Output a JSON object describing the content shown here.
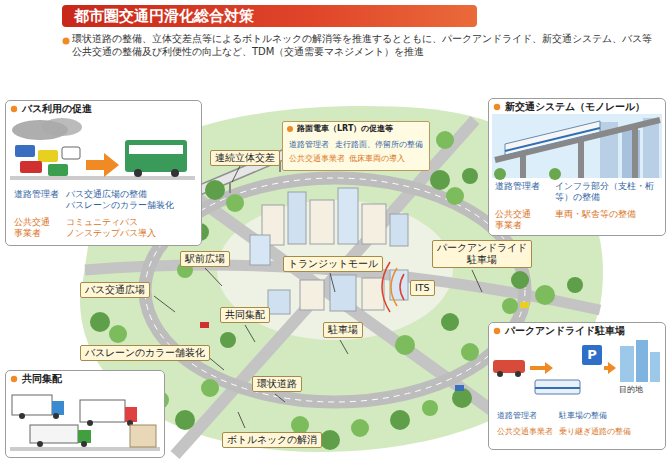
{
  "diagram": {
    "title": "都市圏交通円滑化総合対策",
    "nodes": [
      {
        "text": [
          "バス利用の促進",
          "道路管理者",
          "バス交通広場の整備 バスレーンのカラー舗装化",
          "公共交通事業者",
          "コミュニティバス ノンステップバス導入"
        ]
      },
      {
        "text": [
          "路面電車（LRT）の促進等",
          "道路管理者",
          "走行路面、停留所の整備",
          "公共交通事業者",
          "低床車両の導入"
        ]
      },
      {
        "text": [
          "新交通システム（モノレール）",
          "道路管理者",
          "インフラ部分（支柱・桁等）の整備",
          "公共交通事業者",
          "車両・駅舎等の整備"
        ]
      },
      {
        "text": [
          "連続立体交差"
        ]
      },
      {
        "text": [
          "パークアンドライド駐車場"
        ]
      },
      {
        "text": [
          "駅前広場"
        ]
      },
      {
        "text": [
          "トランジットモール"
        ]
      },
      {
        "text": [
          "ITS"
        ]
      },
      {
        "text": [
          "バス交通広場"
        ]
      },
      {
        "text": [
          "共同集配"
        ]
      },
      {
        "text": [
          "駐車場"
        ]
      },
      {
        "text": [
          "パークアンドライド駐車場",
          "道路管理者",
          "駐車場の整備",
          "公共交通事業者",
          "乗り継ぎ通路の整備"
        ]
      },
      {
        "text": [
          "バスレーンのカラー舗装化"
        ]
      },
      {
        "text": [
          "環状道路"
        ]
      },
      {
        "text": [
          "共同集配"
        ]
      },
      {
        "text": [
          "ボトルネックの解消"
        ]
      }
    ],
    "labels": [
      "環状道路の整備、立体交差点等によるボトルネックの解消等を推進するとともに、パークアンドライド、新交通システム、バス等公共交通の整備及び利便性の向上など、TDM（交通需要マネジメント）を推進",
      "P",
      "目的地"
    ]
  }
}
